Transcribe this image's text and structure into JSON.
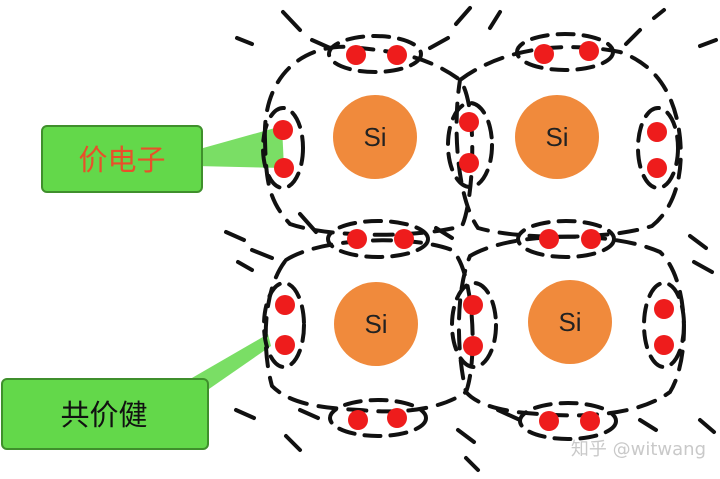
{
  "diagram": {
    "atoms": [
      {
        "label": "Si"
      },
      {
        "label": "Si"
      },
      {
        "label": "Si"
      },
      {
        "label": "Si"
      }
    ],
    "callouts": {
      "valence_electron": {
        "text": "价电子",
        "color": "#e8502a"
      },
      "covalent_bond": {
        "text": "共价健",
        "color": "#111111"
      }
    },
    "watermark": "知乎 @witwang",
    "colors": {
      "atom_fill": "#f08a3c",
      "electron_fill": "#ee1c1c",
      "callout_fill": "#63d84a",
      "callout_border": "#3f8f2c",
      "bond_stroke": "#111111"
    }
  }
}
